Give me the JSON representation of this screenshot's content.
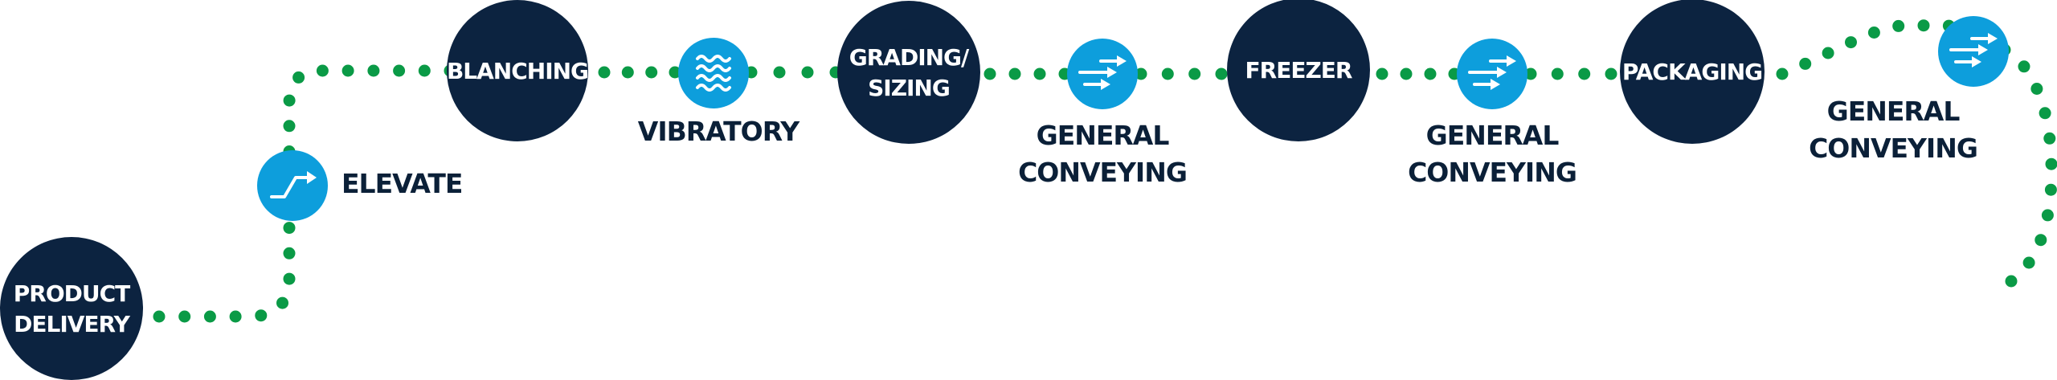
{
  "stages": [
    {
      "id": "product-delivery",
      "lines": [
        "PRODUCT",
        "DELIVERY"
      ]
    },
    {
      "id": "blanching",
      "lines": [
        "BLANCHING"
      ]
    },
    {
      "id": "grading-sizing",
      "lines": [
        "GRADING/",
        "SIZING"
      ]
    },
    {
      "id": "freezer",
      "lines": [
        "FREEZER"
      ]
    },
    {
      "id": "packaging",
      "lines": [
        "PACKAGING"
      ]
    }
  ],
  "conveyors": [
    {
      "id": "elevate",
      "icon": "elevate-icon",
      "lines": [
        "ELEVATE"
      ]
    },
    {
      "id": "vibratory",
      "icon": "vibratory-icon",
      "lines": [
        "VIBRATORY"
      ]
    },
    {
      "id": "general-conveying-1",
      "icon": "general-conveying-icon",
      "lines": [
        "GENERAL",
        "CONVEYING"
      ]
    },
    {
      "id": "general-conveying-2",
      "icon": "general-conveying-icon",
      "lines": [
        "GENERAL",
        "CONVEYING"
      ]
    },
    {
      "id": "general-conveying-3",
      "icon": "general-conveying-icon",
      "lines": [
        "GENERAL",
        "CONVEYING"
      ]
    }
  ],
  "colors": {
    "stage": "#0c2340",
    "conveyor_icon": "#0d9edc",
    "path_dots": "#0a9a46",
    "label_text": "#0b2038",
    "stage_text": "#ffffff"
  }
}
